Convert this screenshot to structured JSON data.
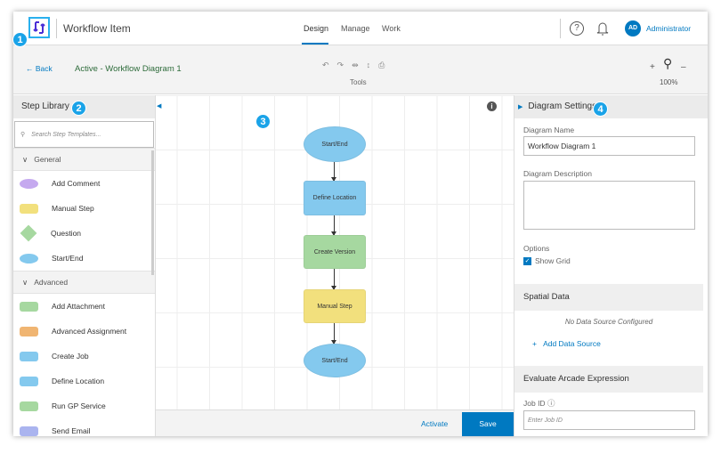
{
  "header": {
    "app_title": "Workflow Item",
    "tabs": [
      {
        "label": "Design",
        "active": true
      },
      {
        "label": "Manage"
      },
      {
        "label": "Work"
      }
    ],
    "user_initials": "AD",
    "user_name": "Administrator",
    "help_icon": "question-circle-icon",
    "bell_icon": "bell-icon"
  },
  "toolbar": {
    "back_label": "Back",
    "diagram_status": "Active - Workflow Diagram 1",
    "tools_label": "Tools",
    "tool_icons": [
      "undo-icon",
      "redo-icon",
      "align-horizontal-icon",
      "align-vertical-icon",
      "print-icon"
    ],
    "zoom_in": "+",
    "zoom_out": "–",
    "zoom_level": "100%"
  },
  "badges": [
    "1",
    "2",
    "3",
    "4"
  ],
  "step_library": {
    "title": "Step Library",
    "search_placeholder": "Search Step Templates...",
    "groups": [
      {
        "label": "General",
        "items": [
          {
            "label": "Add Comment",
            "color": "#c5a9ef",
            "shape": "ellipse"
          },
          {
            "label": "Manual Step",
            "color": "#f2e07d",
            "shape": "rect"
          },
          {
            "label": "Question",
            "color": "#a6d8a0",
            "shape": "diamond"
          },
          {
            "label": "Start/End",
            "color": "#84c9ee",
            "shape": "ellipse"
          }
        ]
      },
      {
        "label": "Advanced",
        "items": [
          {
            "label": "Add Attachment",
            "color": "#a6d8a0"
          },
          {
            "label": "Advanced Assignment",
            "color": "#f0b572"
          },
          {
            "label": "Create Job",
            "color": "#84c9ee"
          },
          {
            "label": "Define Location",
            "color": "#84c9ee"
          },
          {
            "label": "Run GP Service",
            "color": "#a6d8a0"
          },
          {
            "label": "Send Email",
            "color": "#aab4ef"
          }
        ]
      }
    ]
  },
  "diagram": {
    "nodes": [
      {
        "label": "Start/End",
        "color": "#84c9ee",
        "shape": "ellipse"
      },
      {
        "label": "Define Location",
        "color": "#84c9ee",
        "shape": "rect"
      },
      {
        "label": "Create Version",
        "color": "#a6d8a0",
        "shape": "rect"
      },
      {
        "label": "Manual Step",
        "color": "#f2e07d",
        "shape": "rect"
      },
      {
        "label": "Start/End",
        "color": "#84c9ee",
        "shape": "ellipse"
      }
    ],
    "activate_label": "Activate",
    "save_label": "Save"
  },
  "settings": {
    "title": "Diagram Settings",
    "name_label": "Diagram Name",
    "name_value": "Workflow Diagram 1",
    "description_label": "Diagram Description",
    "description_value": "",
    "options_label": "Options",
    "show_grid_label": "Show Grid",
    "show_grid": true,
    "spatial_title": "Spatial Data",
    "no_source": "No Data Source Configured",
    "add_source": "Add Data Source",
    "arcade_title": "Evaluate Arcade Expression",
    "job_id_label": "Job ID",
    "job_id_placeholder": "Enter Job ID"
  },
  "colors": {
    "accent": "#0079c1",
    "badge": "#1aa3e8",
    "status_green": "#2d6b3a"
  }
}
